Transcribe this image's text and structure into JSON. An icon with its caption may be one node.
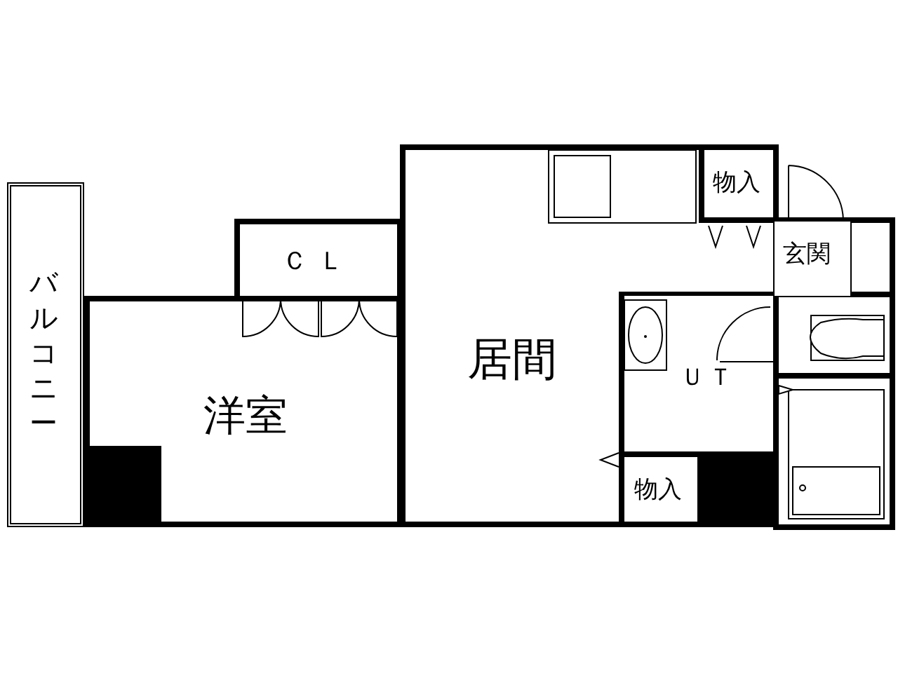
{
  "diagram": {
    "nodes": [
      {
        "text": [
          "バルコニー"
        ]
      },
      {
        "text": [
          "ＣＬ"
        ]
      },
      {
        "text": [
          "洋室"
        ]
      },
      {
        "text": [
          "居間"
        ]
      },
      {
        "text": [
          "物入"
        ],
        "in": 3
      },
      {
        "text": [
          "玄関"
        ]
      },
      {
        "text": [
          "ＵＴ"
        ],
        "in": 3
      },
      {
        "text": [
          "物入"
        ],
        "in": 3
      }
    ]
  }
}
